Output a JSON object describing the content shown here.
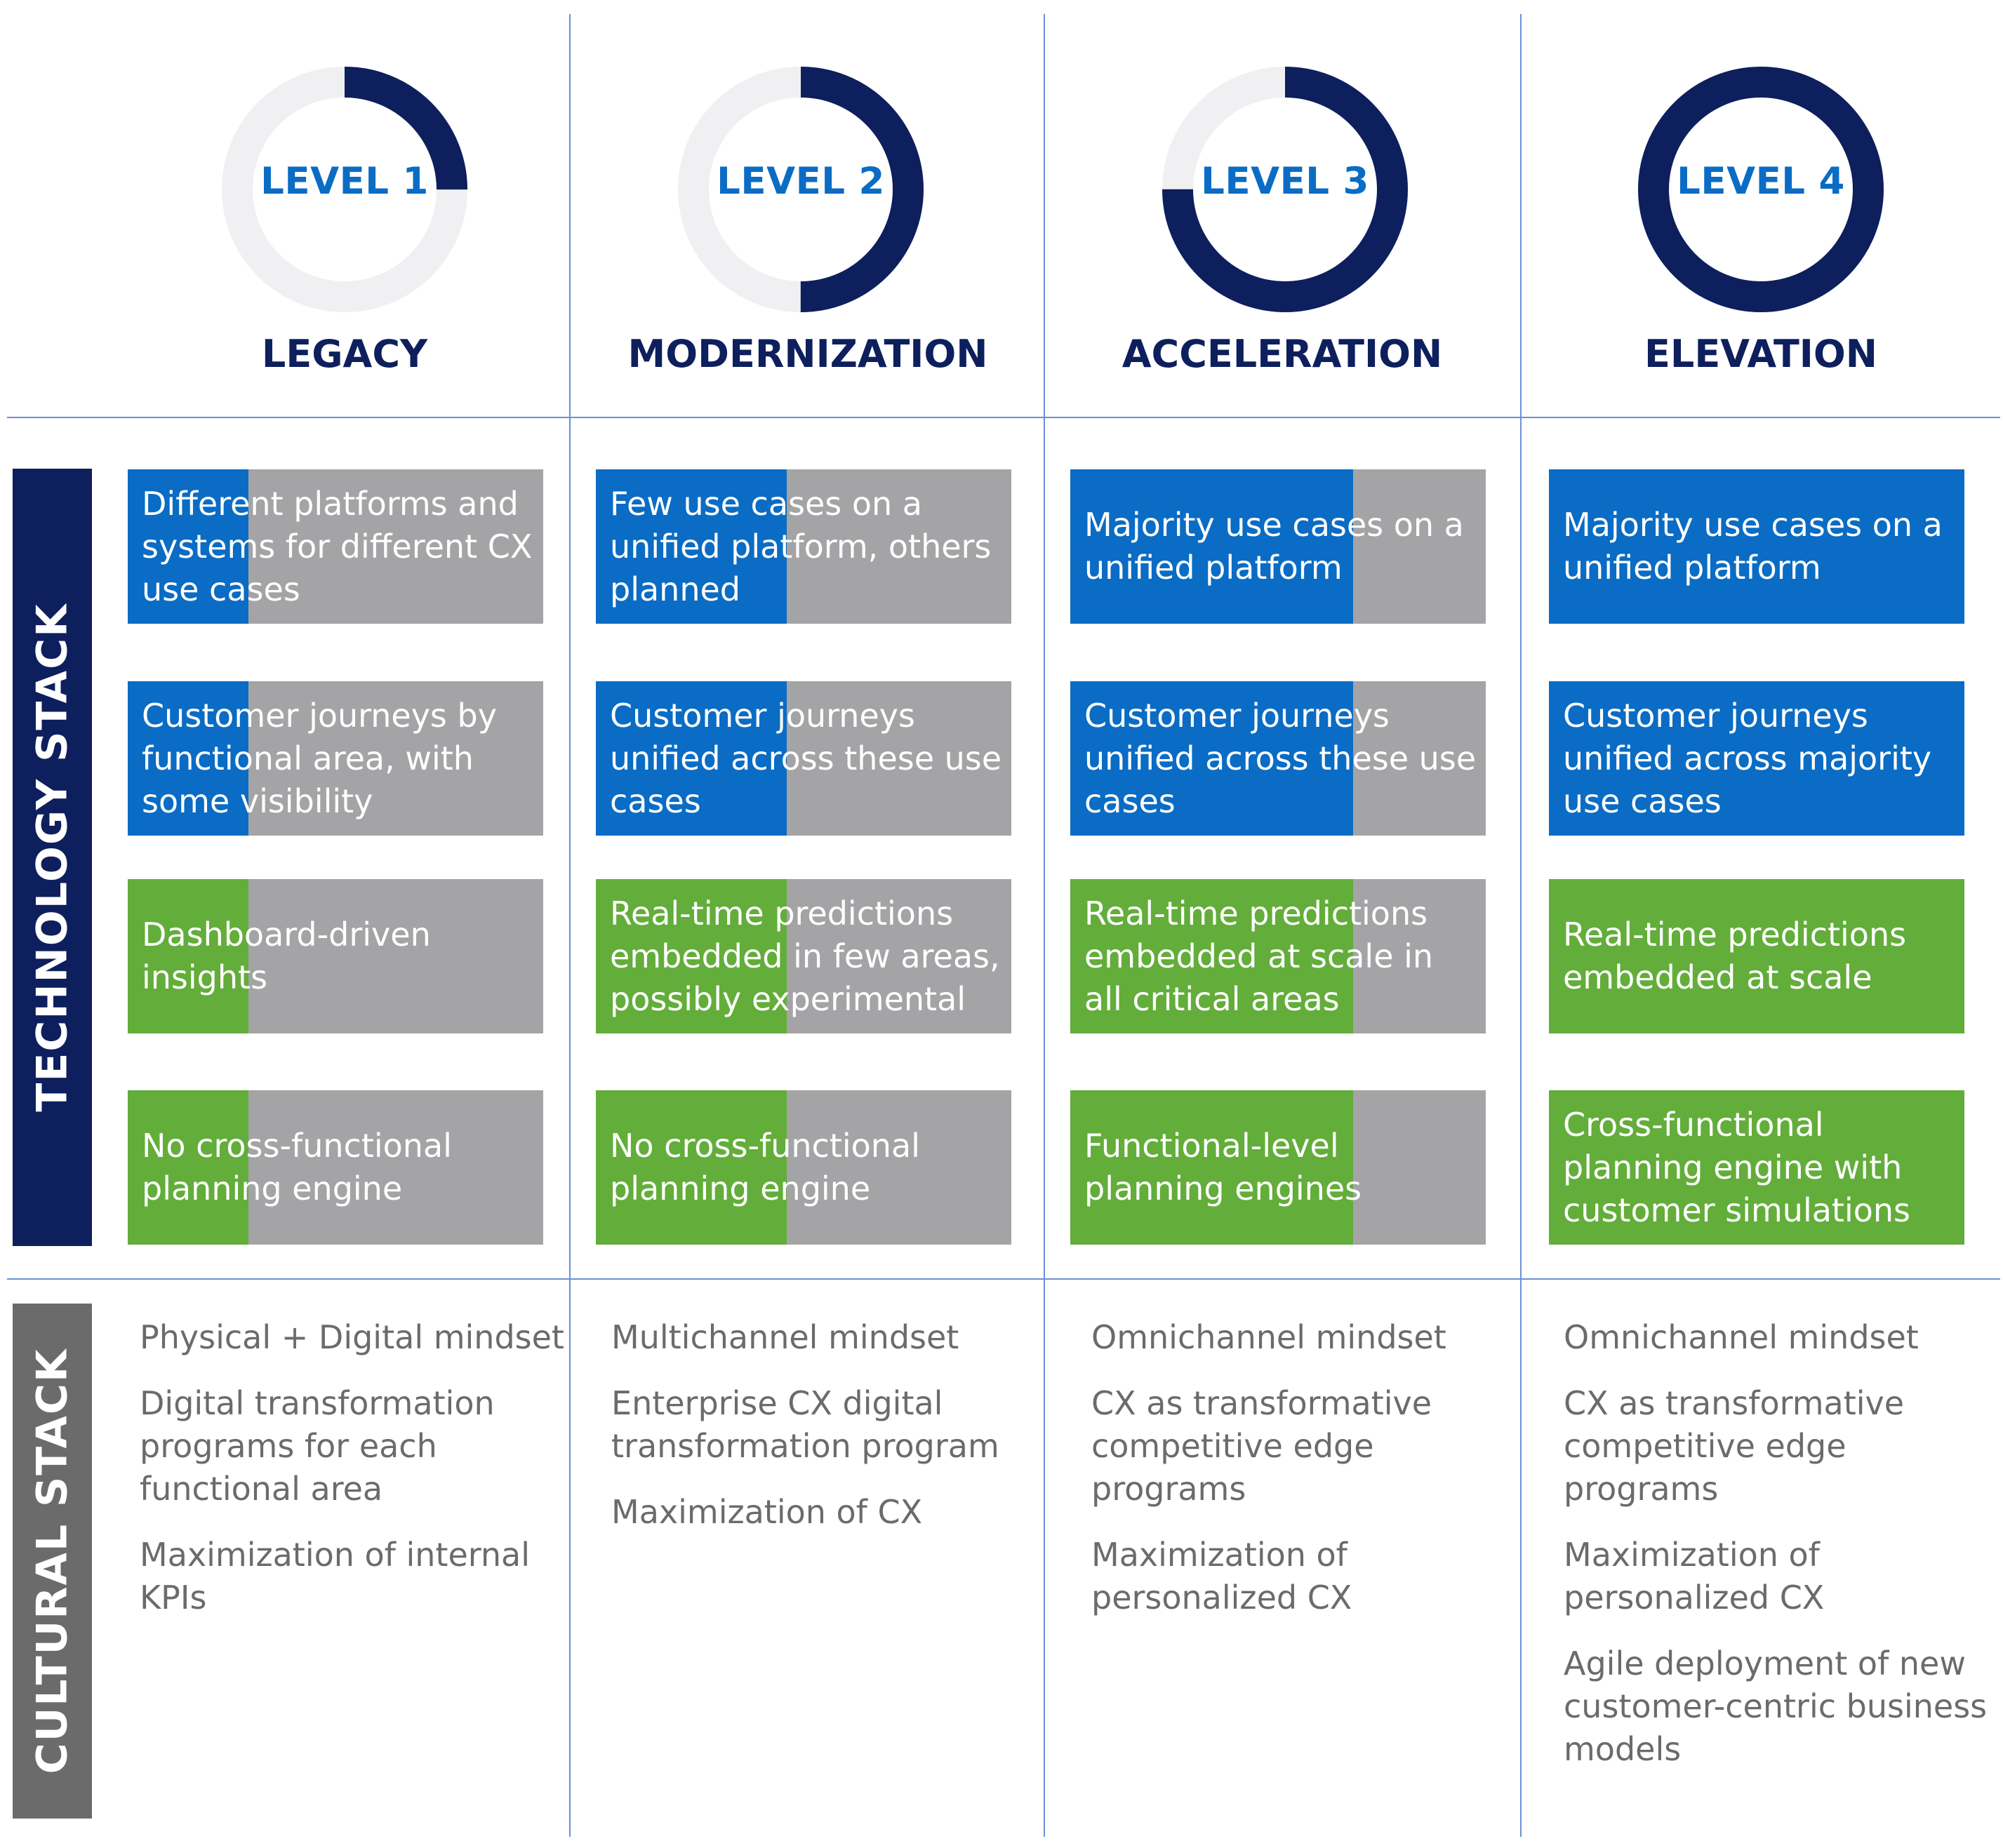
{
  "colors": {
    "grid_line": "#6b8fd8",
    "ring_progress": "#0d1f5c",
    "ring_track": "#f0f0f2",
    "level_text": "#0a6cc4",
    "stage_text": "#0d1f5c",
    "box_blue": "#0a6cc4",
    "box_green": "#63ad3a",
    "box_gray": "#a4a4a6",
    "tech_band": "#0d1f5c",
    "culture_band": "#6b6b6b",
    "culture_text": "#6b6b6b"
  },
  "side_labels": {
    "technology": "TECHNOLOGY  STACK",
    "cultural": "CULTURAL STACK"
  },
  "levels": [
    {
      "level_label": "LEVEL 1",
      "stage": "LEGACY",
      "ring_progress": 0.25,
      "tech": [
        {
          "text": "Different platforms and systems for different CX use cases",
          "color": "blue",
          "fill": 0.29
        },
        {
          "text": "Customer journeys by functional area, with some visibility",
          "color": "blue",
          "fill": 0.29
        },
        {
          "text": "Dashboard-driven insights",
          "color": "green",
          "fill": 0.29
        },
        {
          "text": "No cross-functional planning engine",
          "color": "green",
          "fill": 0.29
        }
      ],
      "culture": [
        "Physical + Digital mindset",
        "Digital transformation programs for each functional area",
        "Maximization of internal KPIs"
      ]
    },
    {
      "level_label": "LEVEL 2",
      "stage": "MODERNIZATION",
      "ring_progress": 0.5,
      "tech": [
        {
          "text": "Few use cases on a unified platform, others planned",
          "color": "blue",
          "fill": 0.46
        },
        {
          "text": "Customer journeys unified across these use cases",
          "color": "blue",
          "fill": 0.46
        },
        {
          "text": "Real-time predictions embedded in few areas, possibly experimental",
          "color": "green",
          "fill": 0.46
        },
        {
          "text": "No cross-functional planning engine",
          "color": "green",
          "fill": 0.46
        }
      ],
      "culture": [
        "Multichannel mindset",
        "Enterprise CX digital transformation program",
        "Maximization of CX"
      ]
    },
    {
      "level_label": "LEVEL 3",
      "stage": "ACCELERATION",
      "ring_progress": 0.75,
      "tech": [
        {
          "text": "Majority use cases on a unified platform",
          "color": "blue",
          "fill": 0.68
        },
        {
          "text": "Customer journeys unified across these use cases",
          "color": "blue",
          "fill": 0.68
        },
        {
          "text": "Real-time predictions embedded at scale in all critical areas",
          "color": "green",
          "fill": 0.68
        },
        {
          "text": "Functional-level planning engines",
          "color": "green",
          "fill": 0.68
        }
      ],
      "culture": [
        "Omnichannel mindset",
        "CX as transformative competitive edge programs",
        "Maximization of personalized CX"
      ]
    },
    {
      "level_label": "LEVEL 4",
      "stage": "ELEVATION",
      "ring_progress": 1.0,
      "tech": [
        {
          "text": "Majority use cases on a unified platform",
          "color": "blue",
          "fill": 1.0
        },
        {
          "text": "Customer journeys unified across majority use cases",
          "color": "blue",
          "fill": 1.0
        },
        {
          "text": "Real-time predictions embedded at scale",
          "color": "green",
          "fill": 1.0
        },
        {
          "text": "Cross-functional planning engine with customer simulations",
          "color": "green",
          "fill": 1.0
        }
      ],
      "culture": [
        "Omnichannel mindset",
        "CX as transformative competitive edge programs",
        "Maximization of personalized CX",
        "Agile deployment of new customer-centric business models"
      ]
    }
  ]
}
